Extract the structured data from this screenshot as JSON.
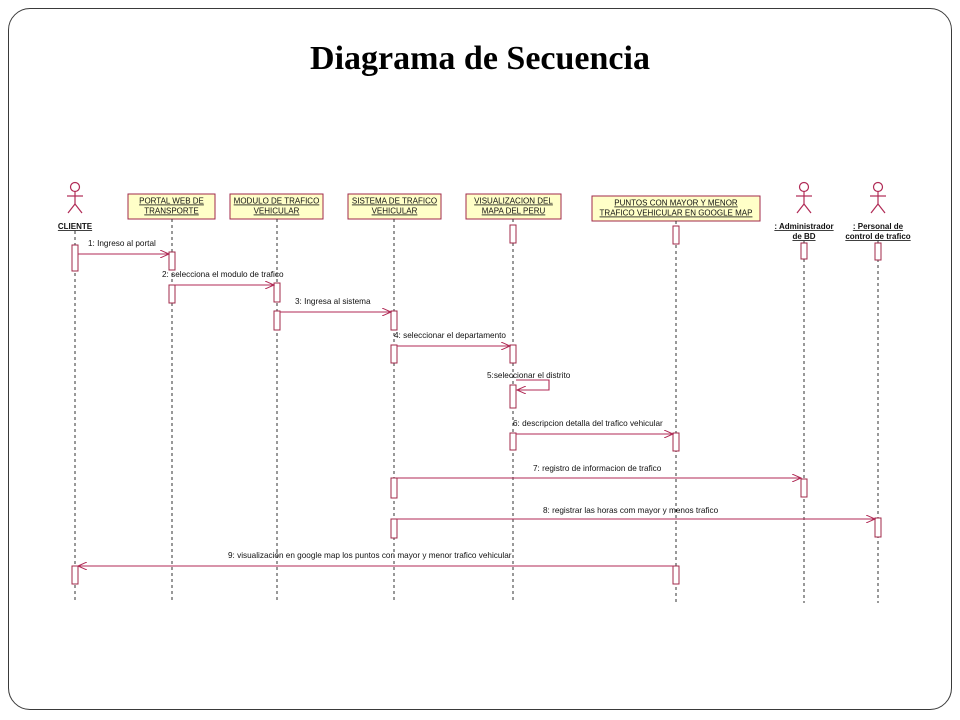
{
  "title": "Diagrama de Secuencia",
  "colors": {
    "object_fill": "#ffffc8",
    "object_border": "#a0284a",
    "message_line": "#b02a55",
    "activation_fill": "#ffffff",
    "actor_stroke": "#b02a55",
    "lifeline": "#333333"
  },
  "participants": [
    {
      "id": "cliente",
      "kind": "actor",
      "lines": [
        "CLIENTE"
      ]
    },
    {
      "id": "portal",
      "kind": "object",
      "lines": [
        "PORTAL WEB DE",
        "TRANSPORTE"
      ]
    },
    {
      "id": "modulo",
      "kind": "object",
      "lines": [
        "MODULO DE TRAFICO",
        "VEHICULAR"
      ]
    },
    {
      "id": "sistema",
      "kind": "object",
      "lines": [
        "SISTEMA DE TRAFICO",
        "VEHICULAR"
      ]
    },
    {
      "id": "visualizacion",
      "kind": "object",
      "lines": [
        "VISUALIZACION DEL",
        "MAPA DEL PERU"
      ]
    },
    {
      "id": "puntos",
      "kind": "object",
      "lines": [
        "PUNTOS CON MAYOR Y MENOR",
        "TRAFICO VEHICULAR  EN GOOGLE MAP"
      ]
    },
    {
      "id": "admin",
      "kind": "actor",
      "lines": [
        ": Administrador",
        "de BD"
      ]
    },
    {
      "id": "personal",
      "kind": "actor",
      "lines": [
        ": Personal de",
        "control de trafico"
      ]
    }
  ],
  "messages": [
    {
      "from": "cliente",
      "to": "portal",
      "label": "1: Ingreso al portal"
    },
    {
      "from": "portal",
      "to": "modulo",
      "label": "2: selecciona el modulo de trafico"
    },
    {
      "from": "modulo",
      "to": "sistema",
      "label": "3: Ingresa al sistema"
    },
    {
      "from": "sistema",
      "to": "visualizacion",
      "label": "4: seleccionar el departamento"
    },
    {
      "from": "visualizacion",
      "to": "visualizacion",
      "label": "5:seleccionar el distrito"
    },
    {
      "from": "visualizacion",
      "to": "puntos",
      "label": "6: descripcion detalla  del trafico vehicular"
    },
    {
      "from": "sistema",
      "to": "admin",
      "label": "7: registro de informacion de trafico"
    },
    {
      "from": "sistema",
      "to": "personal",
      "label": "8: registrar las horas com mayor y menos trafico"
    },
    {
      "from": "puntos",
      "to": "cliente",
      "label": "9: visualización en google map los puntos con mayor y menor trafico vehicular"
    }
  ]
}
